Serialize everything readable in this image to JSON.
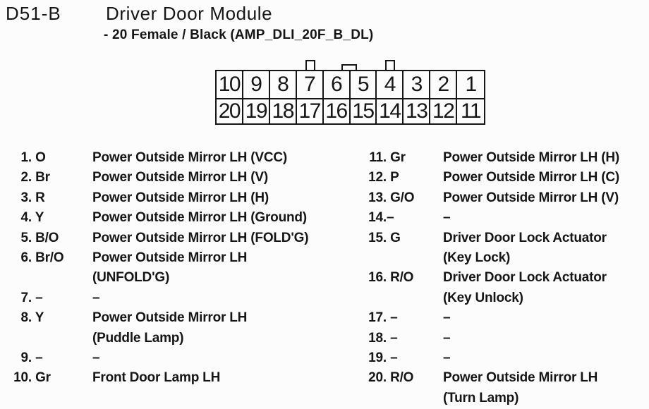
{
  "header": {
    "connector_id": "D51-B",
    "title": "Driver Door Module",
    "subtitle": "- 20 Female / Black (AMP_DLI_20F_B_DL)"
  },
  "connector": {
    "type": "20-pin female, black, 2 rows, pins numbered right to left",
    "top_row": [
      "10",
      "9",
      "8",
      "7",
      "6",
      "5",
      "4",
      "3",
      "2",
      "1"
    ],
    "bottom_row": [
      "20",
      "19",
      "18",
      "17",
      "16",
      "15",
      "14",
      "13",
      "12",
      "11"
    ]
  },
  "pins_left": [
    {
      "num": "1.",
      "color": " O",
      "desc": [
        "Power Outside Mirror LH (VCC)"
      ]
    },
    {
      "num": "2.",
      "color": " Br",
      "desc": [
        "Power Outside Mirror LH (V)"
      ]
    },
    {
      "num": "3.",
      "color": " R",
      "desc": [
        "Power Outside Mirror LH (H)"
      ]
    },
    {
      "num": "4.",
      "color": " Y",
      "desc": [
        "Power Outside Mirror LH (Ground)"
      ]
    },
    {
      "num": "5.",
      "color": " B/O",
      "desc": [
        "Power Outside Mirror LH (FOLD'G)"
      ]
    },
    {
      "num": "6.",
      "color": " Br/O",
      "desc": [
        "Power Outside Mirror LH",
        "(UNFOLD'G)"
      ]
    },
    {
      "num": "7.",
      "color": " –",
      "desc": [
        "–"
      ]
    },
    {
      "num": "8.",
      "color": " Y",
      "desc": [
        "Power Outside Mirror LH",
        "(Puddle Lamp)"
      ]
    },
    {
      "num": "9.",
      "color": " –",
      "desc": [
        "–"
      ]
    },
    {
      "num": "10.",
      "color": " Gr",
      "desc": [
        "Front Door Lamp LH"
      ]
    }
  ],
  "pins_right": [
    {
      "num": "11.",
      "color": " Gr",
      "desc": [
        "Power Outside Mirror LH (H)"
      ]
    },
    {
      "num": "12.",
      "color": " P",
      "desc": [
        "Power Outside Mirror LH (C)"
      ]
    },
    {
      "num": "13.",
      "color": " G/O",
      "desc": [
        "Power Outside Mirror LH (V)"
      ]
    },
    {
      "num": "14.",
      "color": "–",
      "desc": [
        "–"
      ]
    },
    {
      "num": "15.",
      "color": " G",
      "desc": [
        "Driver Door Lock Actuator",
        "(Key Lock)"
      ]
    },
    {
      "num": "16.",
      "color": " R/O",
      "desc": [
        "Driver Door Lock Actuator",
        "(Key Unlock)"
      ]
    },
    {
      "num": "17.",
      "color": " –",
      "desc": [
        "–"
      ]
    },
    {
      "num": "18.",
      "color": " –",
      "desc": [
        "–"
      ]
    },
    {
      "num": "19.",
      "color": " –",
      "desc": [
        "–"
      ]
    },
    {
      "num": "20.",
      "color": " R/O",
      "desc": [
        "Power Outside Mirror LH",
        "(Turn Lamp)"
      ]
    }
  ]
}
